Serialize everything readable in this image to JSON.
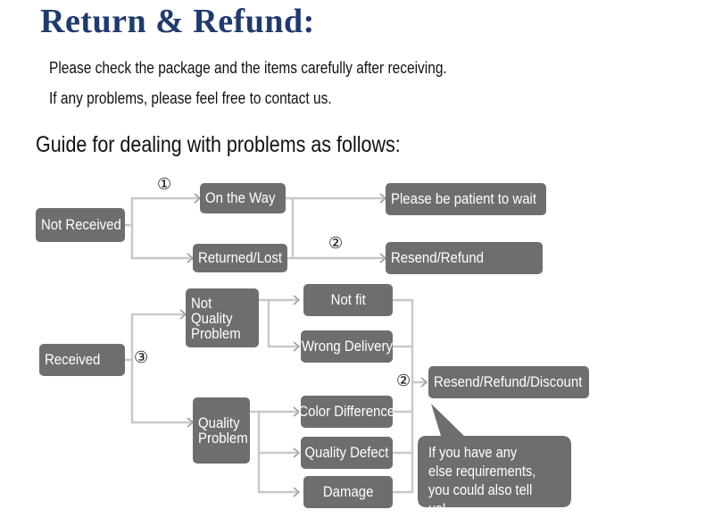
{
  "title": "Return & Refund:",
  "intro": {
    "line1": "Please check the package and the items carefully after receiving.",
    "line2": "If any problems, please feel free to contact us."
  },
  "guide_heading": "Guide for dealing with problems as follows:",
  "markers": {
    "one": "①",
    "two": "②",
    "three": "③"
  },
  "nodes": {
    "not_received": "Not Received",
    "on_the_way": "On the Way",
    "returned_lost": "Returned/Lost",
    "patient_wait": "Please be patient to wait",
    "resend_refund": "Resend/Refund",
    "received": "Received",
    "not_quality_problem": "Not Quality Problem",
    "quality_problem": "Quality Problem",
    "not_fit": "Not fit",
    "wrong_delivery": "Wrong Delivery",
    "color_difference": "Color Difference",
    "quality_defect": "Quality Defect",
    "damage": "Damage",
    "resend_refund_discount": "Resend/Refund/Discount"
  },
  "bubble_text": "If you have any else requirements, you could also tell us!",
  "colors": {
    "title": "#1f3a6e",
    "box": "#6e6e6e",
    "connector": "#c8c8c8"
  }
}
